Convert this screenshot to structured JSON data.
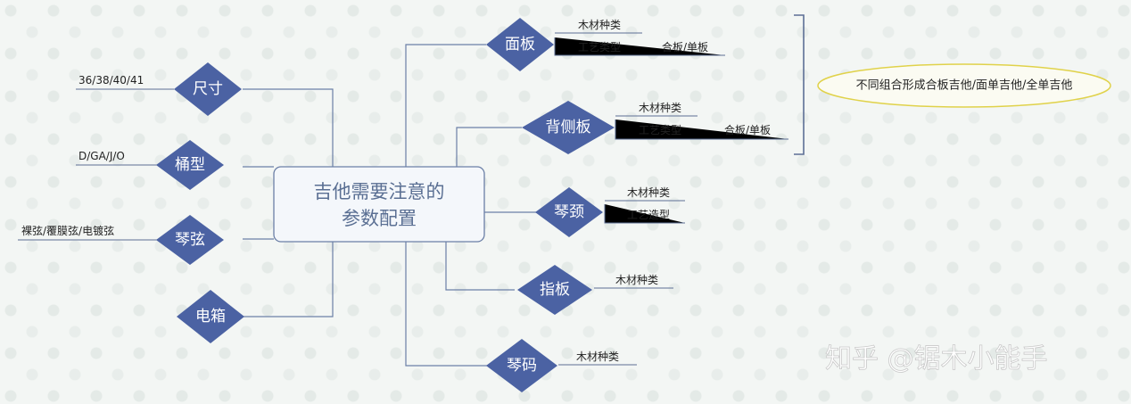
{
  "central": {
    "line1": "吉他需要注意的",
    "line2": "参数配置"
  },
  "left_nodes": {
    "size": {
      "label": "尺寸",
      "detail": "36/38/40/41"
    },
    "body": {
      "label": "桶型",
      "detail": "D/GA/J/O"
    },
    "string": {
      "label": "琴弦",
      "detail": "裸弦/覆膜弦/电镀弦"
    },
    "pickup": {
      "label": "电箱"
    }
  },
  "right_nodes": {
    "top": {
      "label": "面板",
      "sub1": "木材种类",
      "sub2": "工艺类型",
      "sub2_value": "合板/单板"
    },
    "back_side": {
      "label": "背侧板",
      "sub1": "木材种类",
      "sub2": "工艺类型",
      "sub2_value": "合板/单板"
    },
    "neck": {
      "label": "琴颈",
      "sub1": "木材种类",
      "sub2": "工艺造型"
    },
    "fingerboard": {
      "label": "指板",
      "sub1": "木材种类"
    },
    "bridge": {
      "label": "琴码",
      "sub1": "木材种类"
    }
  },
  "note": "不同组合形成合板吉他/面单吉他/全单吉他",
  "watermark": "知乎 @锯木小能手",
  "colors": {
    "diamond": "#4b62a3",
    "connector": "#6b7fa6",
    "note_border": "#e0d24a"
  }
}
